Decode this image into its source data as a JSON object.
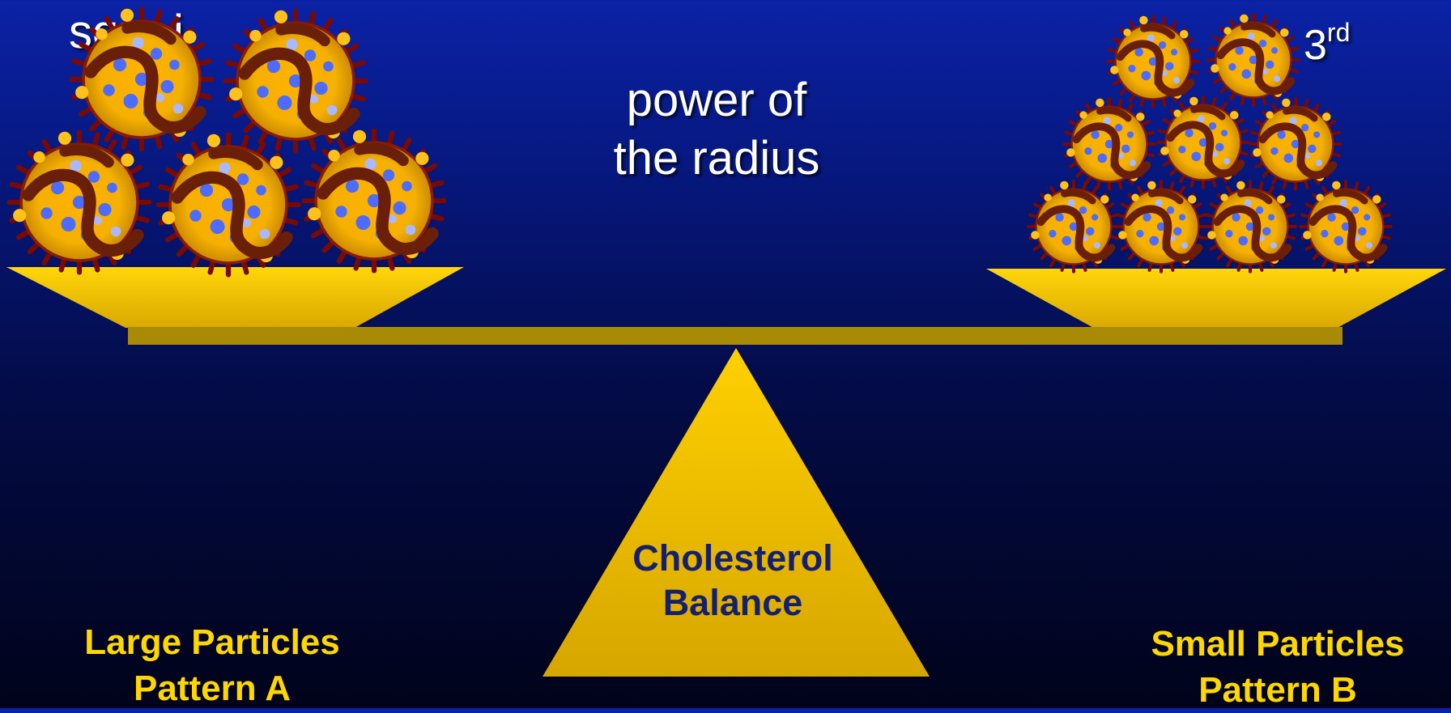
{
  "headline": {
    "left_fragment": "sqre i",
    "center_line1": "power of",
    "center_line2": "the radius",
    "right_fragment": "3",
    "right_superscript": "rd"
  },
  "fulcrum": {
    "line1": "Cholesterol",
    "line2": "Balance"
  },
  "left_pan": {
    "line1": "Large Particles",
    "line2": "Pattern A",
    "particle_count": 5
  },
  "right_pan": {
    "line1": "Small Particles",
    "line2": "Pattern B",
    "particle_count": 9
  },
  "colors": {
    "gold": "#f2c200",
    "beam": "#a88a05",
    "label_gold": "#ffd700",
    "fulcrum_text": "#14206e"
  }
}
